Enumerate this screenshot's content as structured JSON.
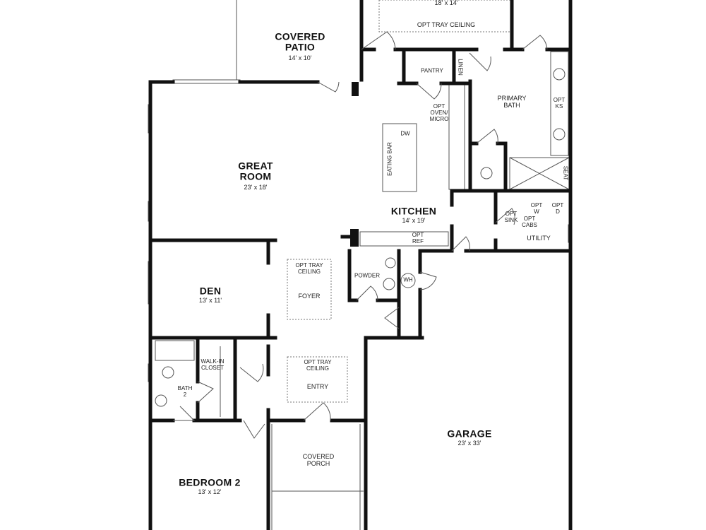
{
  "rooms": {
    "primary_bedroom": {
      "size": "18' x 14'",
      "note": "OPT TRAY CEILING"
    },
    "covered_patio": {
      "name": "COVERED PATIO",
      "size": "14' x 10'"
    },
    "pantry": "PANTRY",
    "linen": "LINEN",
    "primary_bath": {
      "name": "PRIMARY BATH",
      "opt_ks": "OPT KS",
      "seat": "SEAT"
    },
    "opt_oven": "OPT OVEN/ MICRO",
    "eating_bar": "EATING BAR",
    "dw": "DW",
    "great_room": {
      "name": "GREAT ROOM",
      "size": "23' x 18'"
    },
    "kitchen": {
      "name": "KITCHEN",
      "size": "14' x 19'",
      "opt_ref": "OPT REF"
    },
    "utility": {
      "name": "UTILITY",
      "opt_w": "OPT W",
      "opt_d": "OPT D",
      "opt_sink": "OPT SINK",
      "opt_cabs": "OPT CABS"
    },
    "den": {
      "name": "DEN",
      "size": "13' x 11'"
    },
    "foyer": {
      "name": "FOYER",
      "note": "OPT TRAY CEILING"
    },
    "powder": "POWDER",
    "wh": "WH",
    "walk_in_closet": "WALK-IN CLOSET",
    "bath2": "BATH 2",
    "entry": {
      "name": "ENTRY",
      "note": "OPT TRAY CEILING"
    },
    "garage": {
      "name": "GARAGE",
      "size": "23' x 33'"
    },
    "covered_porch": "COVERED PORCH",
    "bedroom2": {
      "name": "BEDROOM 2",
      "size": "13' x 12'"
    }
  }
}
